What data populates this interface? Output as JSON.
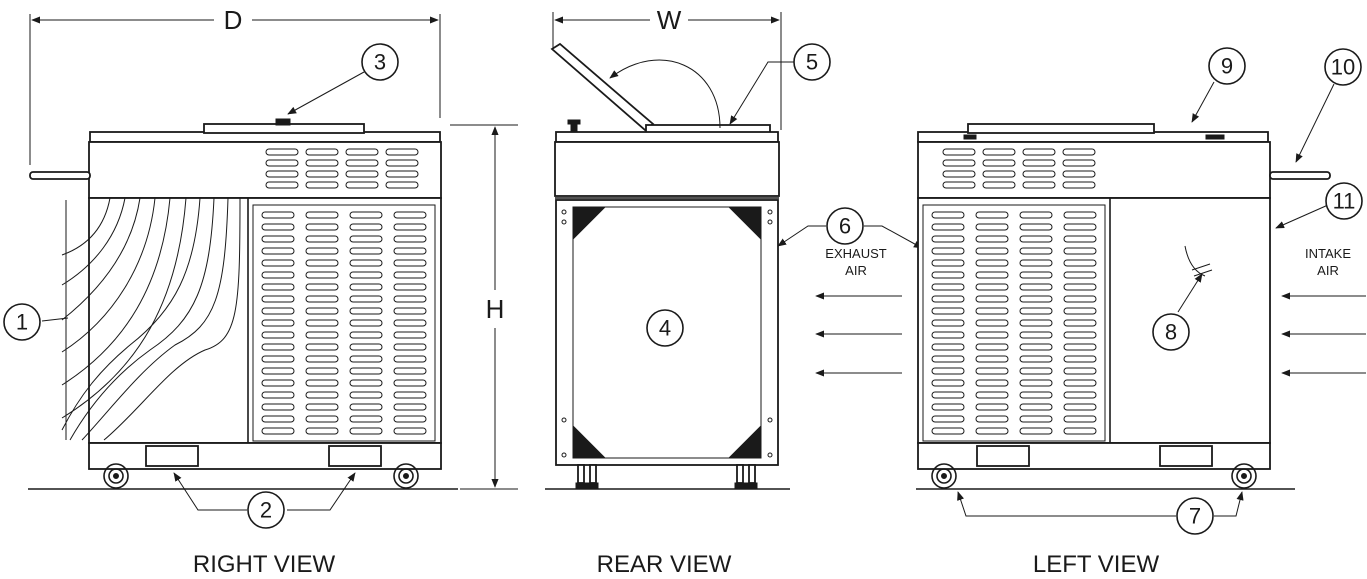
{
  "dimensions": {
    "depth": "D",
    "width": "W",
    "height": "H"
  },
  "views": {
    "right": "RIGHT VIEW",
    "rear": "REAR VIEW",
    "left": "LEFT VIEW"
  },
  "air": {
    "exhaust_line1": "EXHAUST",
    "exhaust_line2": "AIR",
    "intake_line1": "INTAKE",
    "intake_line2": "AIR"
  },
  "callouts": {
    "c1": "1",
    "c2": "2",
    "c3": "3",
    "c4": "4",
    "c5": "5",
    "c6": "6",
    "c7": "7",
    "c8": "8",
    "c9": "9",
    "c10": "10",
    "c11": "11"
  }
}
